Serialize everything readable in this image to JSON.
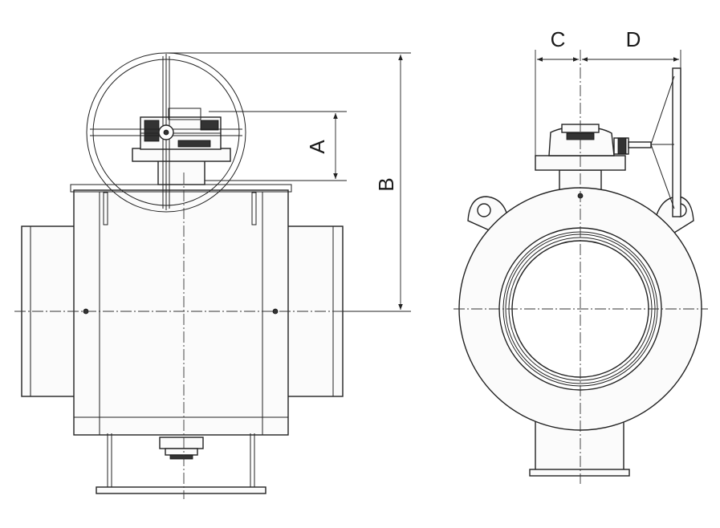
{
  "dimensions": {
    "a": "A",
    "b": "B",
    "c": "C",
    "d": "D"
  }
}
